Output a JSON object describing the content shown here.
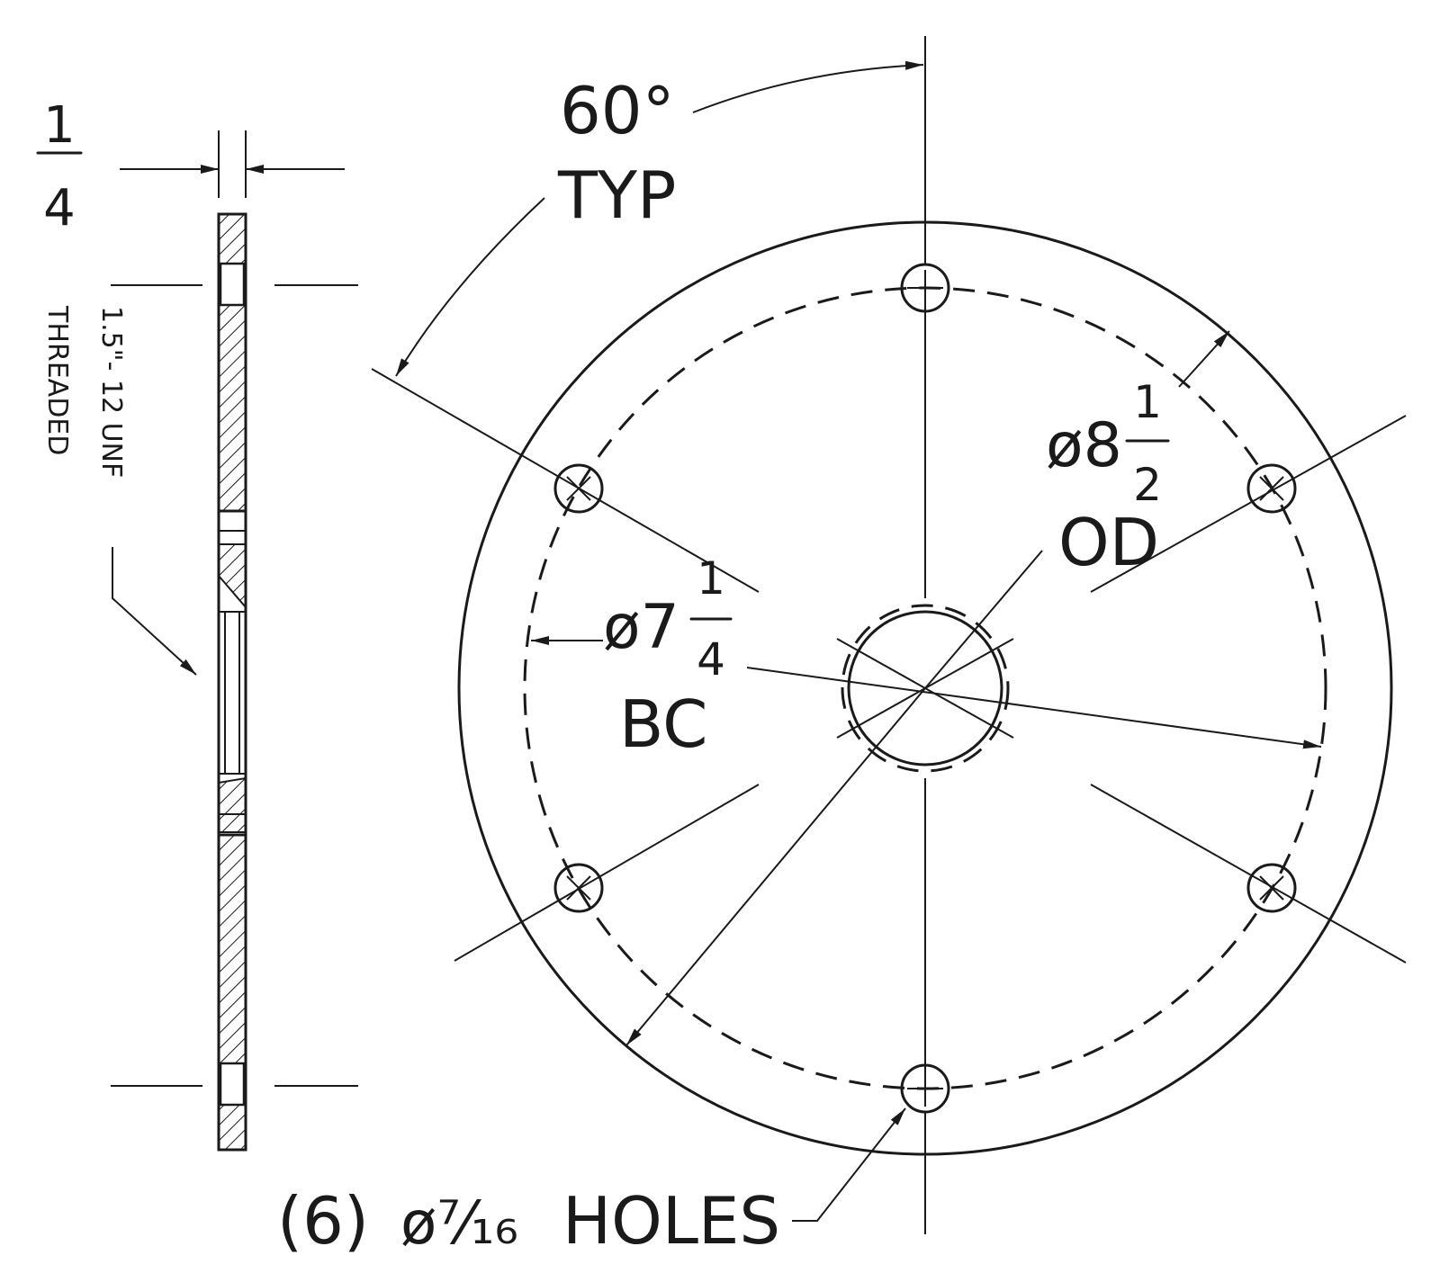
{
  "labels": {
    "thickness_num": "1",
    "thickness_den": "4",
    "thread_line1": "1.5\"- 12 UNF",
    "thread_line2": "THREADED",
    "angle_value": "60°",
    "angle_note": "TYP",
    "od_whole": "ø8",
    "od_num": "1",
    "od_den": "2",
    "od_note": "OD",
    "bc_whole": "ø7",
    "bc_num": "1",
    "bc_den": "4",
    "bc_note": "BC",
    "holes_count": "(6)",
    "holes_dia": "ø⁷⁄₁₆",
    "holes_note": "HOLES"
  },
  "colors": {
    "ink": "#1a1a1a",
    "paper": "#ffffff"
  }
}
